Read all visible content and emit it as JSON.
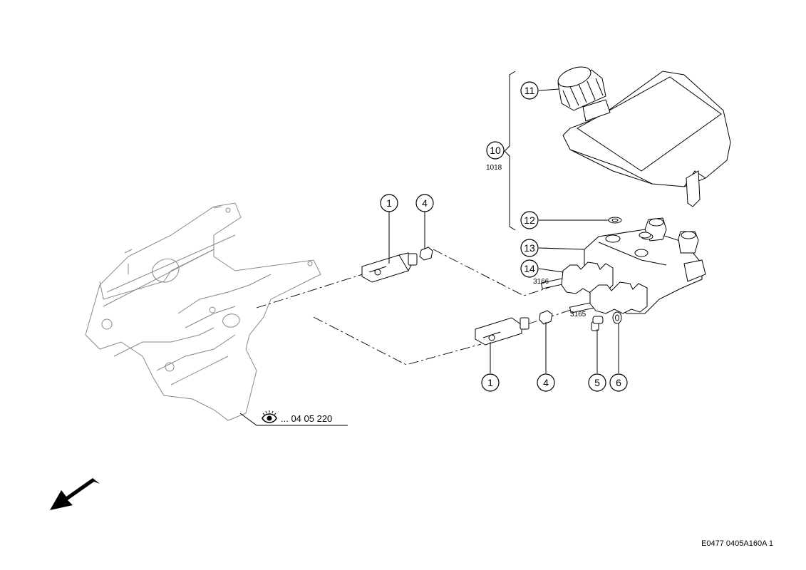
{
  "callouts": [
    {
      "id": "c1a",
      "label": "1"
    },
    {
      "id": "c4a",
      "label": "4"
    },
    {
      "id": "c1b",
      "label": "1"
    },
    {
      "id": "c4b",
      "label": "4"
    },
    {
      "id": "c5",
      "label": "5"
    },
    {
      "id": "c6",
      "label": "6"
    },
    {
      "id": "c10",
      "label": "10"
    },
    {
      "id": "c11",
      "label": "11"
    },
    {
      "id": "c12",
      "label": "12"
    },
    {
      "id": "c13",
      "label": "13"
    },
    {
      "id": "c14",
      "label": "14"
    }
  ],
  "sub_labels": {
    "kit_ref": "1018",
    "rod_upper": "3166",
    "rod_lower": "3165"
  },
  "reference": {
    "icon": "eye-icon",
    "text": "... 04 05 220"
  },
  "footer_code": "E0477 0405A160A 1",
  "direction_arrow": "arrow-icon"
}
